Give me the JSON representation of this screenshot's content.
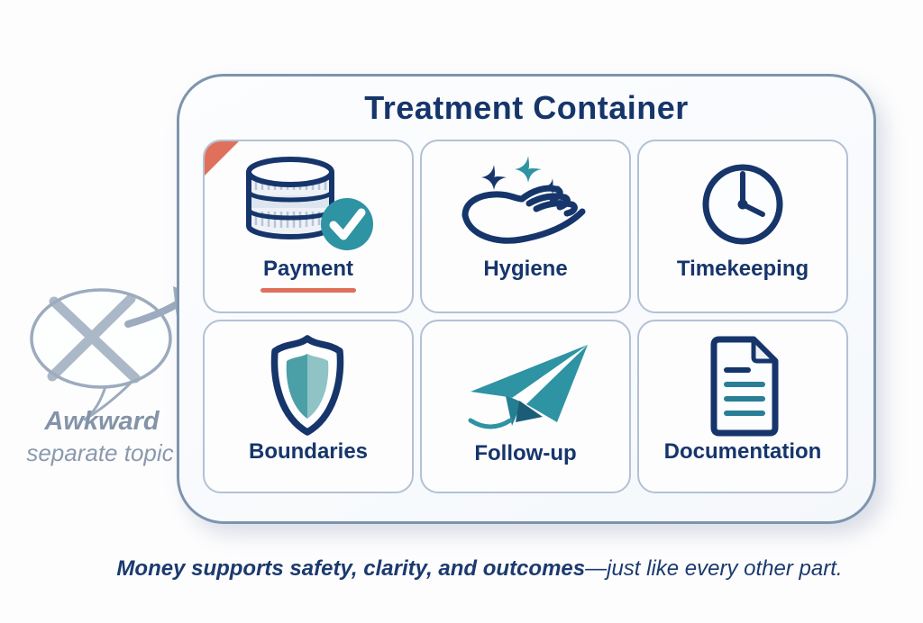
{
  "title": "Treatment Container",
  "colors": {
    "navy": "#16356b",
    "teal": "#2e93a3",
    "teal_mid": "#4aa0a6",
    "teal_light": "#8fc3c6",
    "teal_dark": "#1b5d77",
    "teal_doc": "#2a7e95",
    "coral": "#e0705c",
    "grey": "#9cabbd",
    "grey_text": "#8494a8",
    "border_cell": "#b3c1d4",
    "border_outer": "#7e94ae",
    "caption": "#1b3a6e"
  },
  "grid": {
    "cells": [
      {
        "label": "Payment",
        "icon": "coins-check-icon",
        "highlighted": true
      },
      {
        "label": "Hygiene",
        "icon": "hand-sparkles-icon",
        "highlighted": false
      },
      {
        "label": "Timekeeping",
        "icon": "clock-icon",
        "highlighted": false
      },
      {
        "label": "Boundaries",
        "icon": "shield-icon",
        "highlighted": false
      },
      {
        "label": "Follow-up",
        "icon": "paper-plane-icon",
        "highlighted": false
      },
      {
        "label": "Documentation",
        "icon": "document-icon",
        "highlighted": false
      }
    ]
  },
  "annotation": {
    "line1": "Awkward",
    "line2": "separate topic",
    "symbol": "x-mark-in-speech-bubble"
  },
  "caption": {
    "bold": "Money supports safety, clarity, and outcomes",
    "rest": "—just like every other part."
  }
}
